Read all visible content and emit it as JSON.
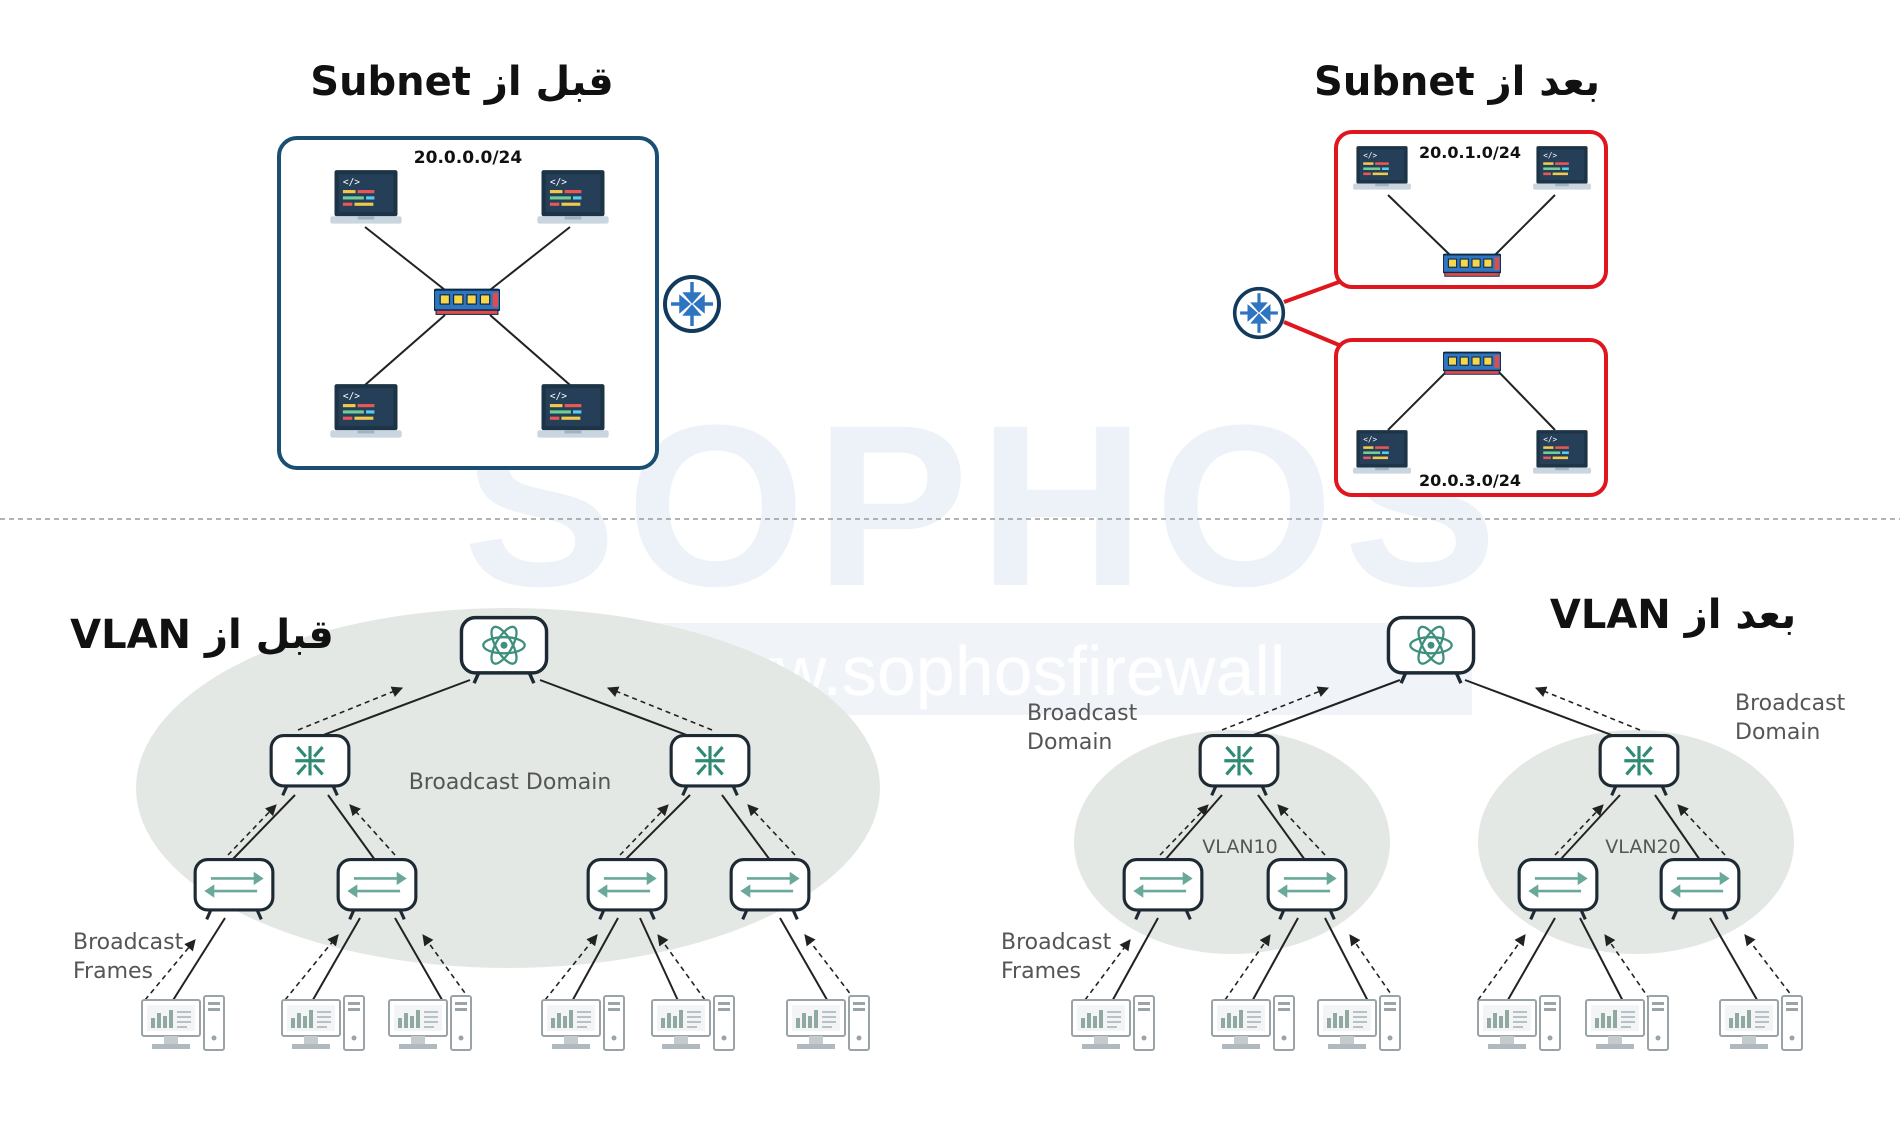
{
  "watermark": {
    "main": "SOPHOS",
    "sub": "www.sophosfirewall"
  },
  "subnet_before": {
    "title": "قبل از Subnet",
    "network": "20.0.0.0/24"
  },
  "subnet_after": {
    "title": "بعد از Subnet",
    "network_top": "20.0.1.0/24",
    "network_bottom": "20.0.3.0/24"
  },
  "vlan_before": {
    "title": "قبل از VLAN",
    "domain_label": "Broadcast Domain",
    "frames_label": [
      "Broadcast",
      "Frames"
    ]
  },
  "vlan_after": {
    "title": "بعد از VLAN",
    "domain_left_label": [
      "Broadcast",
      "Domain"
    ],
    "domain_right_label": [
      "Broadcast",
      "Domain"
    ],
    "vlan_left": "VLAN10",
    "vlan_right": "VLAN20",
    "frames_label": [
      "Broadcast",
      "Frames"
    ]
  },
  "colors": {
    "subnet_before_border": "#1b4f72",
    "subnet_after_border": "#e0161e",
    "ellipse_fill": "#e4e8e4",
    "device_icon": "#3f8f7f",
    "label_text": "#555555",
    "watermark": "#ecf1f7"
  },
  "icons": {
    "router": "router-icon",
    "switch": "ethernet-switch-icon",
    "laptop": "laptop-icon",
    "core": "core-router-icon",
    "distribution": "distribution-switch-icon",
    "access": "access-switch-icon",
    "desktop": "desktop-computer-icon"
  }
}
